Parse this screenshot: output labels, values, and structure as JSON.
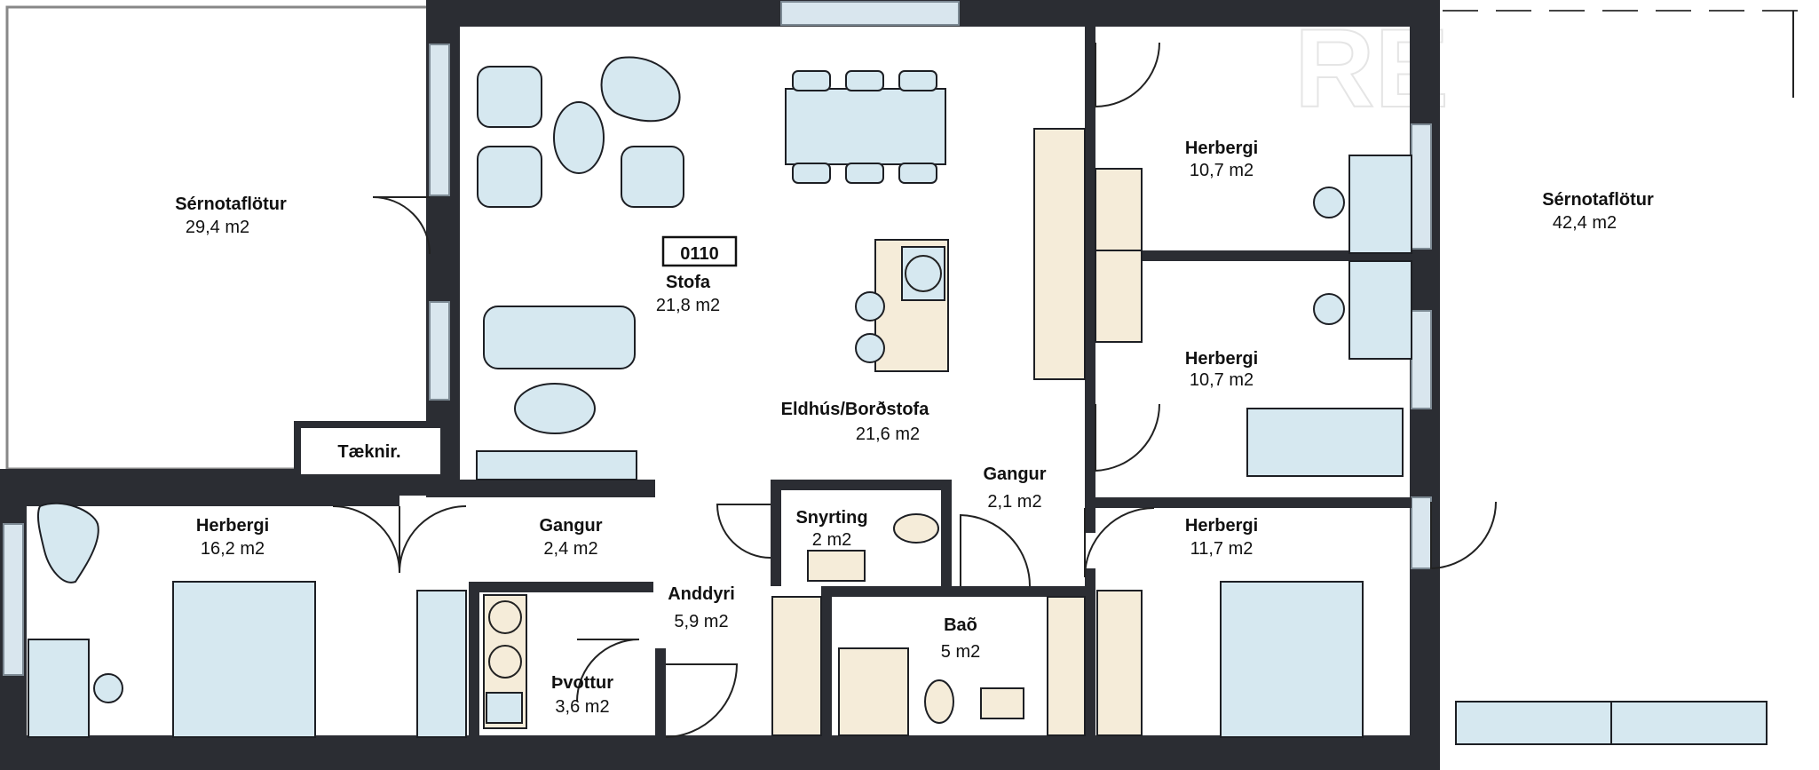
{
  "watermark": "RE",
  "unit_code": "0110",
  "rooms": [
    {
      "name": "Sérnotaflötur",
      "area": "29,4 m2"
    },
    {
      "name": "Stofa",
      "area": "21,8 m2"
    },
    {
      "name": "Eldhús/Borðstofa",
      "area": "21,6 m2"
    },
    {
      "name": "Herbergi",
      "area": "10,7 m2"
    },
    {
      "name": "Herbergi",
      "area": "10,7 m2"
    },
    {
      "name": "Sérnotaflötur",
      "area": "42,4 m2"
    },
    {
      "name": "Tæknir."
    },
    {
      "name": "Herbergi",
      "area": "16,2 m2"
    },
    {
      "name": "Gangur",
      "area": "2,4 m2"
    },
    {
      "name": "Snyrting",
      "area": "2 m2"
    },
    {
      "name": "Gangur",
      "area": "2,1 m2"
    },
    {
      "name": "Herbergi",
      "area": "11,7 m2"
    },
    {
      "name": "Anddyri",
      "area": "5,9 m2"
    },
    {
      "name": "Baõ",
      "area": "5 m2"
    },
    {
      "name": "Þvottur",
      "area": "3,6 m2"
    }
  ]
}
